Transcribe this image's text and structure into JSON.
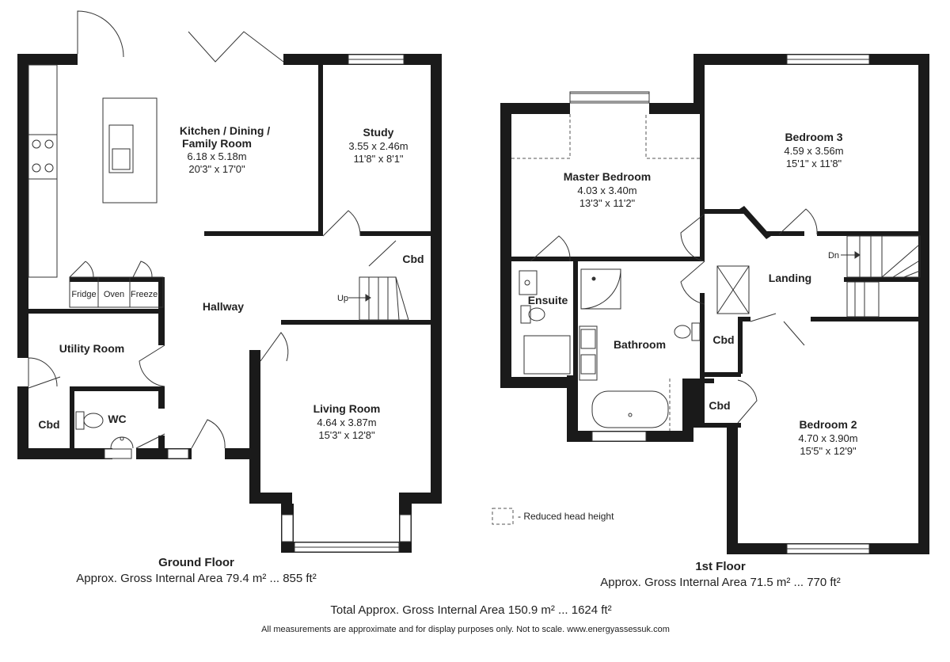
{
  "ground_floor": {
    "title": "Ground Floor",
    "area": "Approx. Gross Internal Area 79.4 m² ... 855 ft²",
    "rooms": {
      "kitchen": {
        "name_line1": "Kitchen / Dining /",
        "name_line2": "Family Room",
        "metric": "6.18 x 5.18m",
        "imperial": "20'3\" x 17'0\""
      },
      "study": {
        "name": "Study",
        "metric": "3.55 x 2.46m",
        "imperial": "11'8\" x 8'1\""
      },
      "hallway": {
        "name": "Hallway"
      },
      "cbd_hall": {
        "name": "Cbd"
      },
      "utility": {
        "name": "Utility Room"
      },
      "cbd_utility": {
        "name": "Cbd"
      },
      "wc": {
        "name": "WC"
      },
      "living": {
        "name": "Living Room",
        "metric": "4.64 x 3.87m",
        "imperial": "15'3\" x 12'8\""
      }
    },
    "appliances": {
      "fridge": "Fridge",
      "oven": "Oven",
      "freezer": "Freezer"
    },
    "stairs_label": "Up"
  },
  "first_floor": {
    "title": "1st Floor",
    "area": "Approx. Gross Internal Area 71.5 m² ... 770 ft²",
    "rooms": {
      "master": {
        "name": "Master Bedroom",
        "metric": "4.03 x 3.40m",
        "imperial": "13'3\" x 11'2\""
      },
      "bedroom3": {
        "name": "Bedroom 3",
        "metric": "4.59 x 3.56m",
        "imperial": "15'1\" x 11'8\""
      },
      "ensuite": {
        "name": "Ensuite"
      },
      "bathroom": {
        "name": "Bathroom"
      },
      "landing": {
        "name": "Landing"
      },
      "cbd_landing": {
        "name": "Cbd"
      },
      "cbd_bed2": {
        "name": "Cbd"
      },
      "bedroom2": {
        "name": "Bedroom 2",
        "metric": "4.70 x 3.90m",
        "imperial": "15'5\" x 12'9\""
      }
    },
    "stairs_label": "Dn"
  },
  "legend": {
    "reduced_head_height": "- Reduced head height"
  },
  "total_area": "Total Approx. Gross Internal Area 150.9 m² ... 1624 ft²",
  "disclaimer": "All measurements are approximate and for display purposes only. Not to scale. www.energyassessuk.com",
  "colors": {
    "wall": "#1a1a1a",
    "line": "#333333",
    "text": "#222222"
  }
}
